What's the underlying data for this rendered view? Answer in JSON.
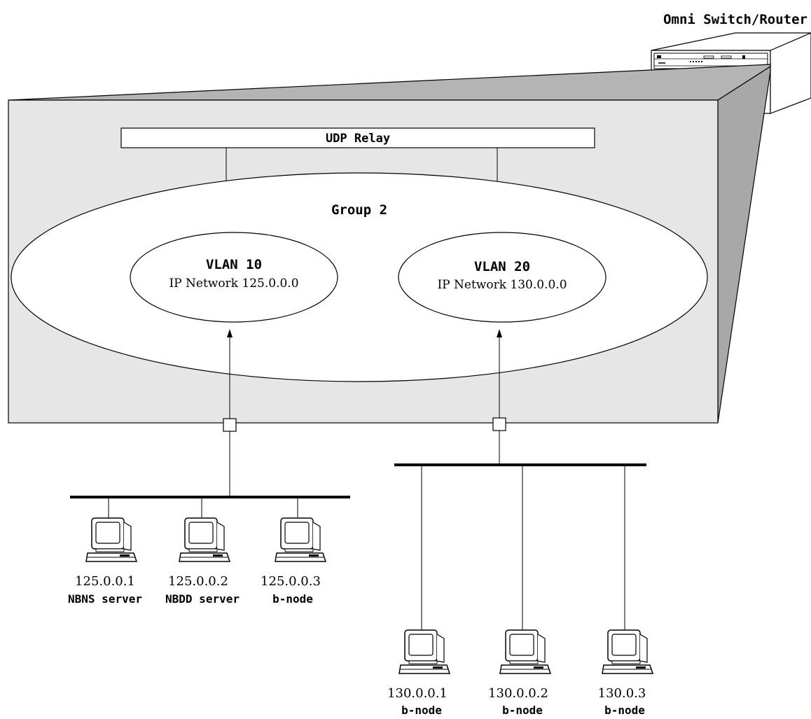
{
  "title": "Omni Switch/Router",
  "udp_relay_label": "UDP Relay",
  "group_label": "Group 2",
  "vlans": [
    {
      "name": "VLAN 10",
      "network": "IP Network 125.0.0.0"
    },
    {
      "name": "VLAN 20",
      "network": "IP Network 130.0.0.0"
    }
  ],
  "hosts_vlan10": [
    {
      "ip": "125.0.0.1",
      "role": "NBNS server"
    },
    {
      "ip": "125.0.0.2",
      "role": "NBDD server"
    },
    {
      "ip": "125.0.0.3",
      "role": "b-node"
    }
  ],
  "hosts_vlan20": [
    {
      "ip": "130.0.0.1",
      "role": "b-node"
    },
    {
      "ip": "130.0.0.2",
      "role": "b-node"
    },
    {
      "ip": "130.0.3",
      "role": "b-node"
    }
  ],
  "colors": {
    "box_front": "#e6e6e6",
    "box_side": "#a8a8a8",
    "box_top": "#b4b4b4",
    "line": "#000000",
    "fill_white": "#ffffff"
  }
}
